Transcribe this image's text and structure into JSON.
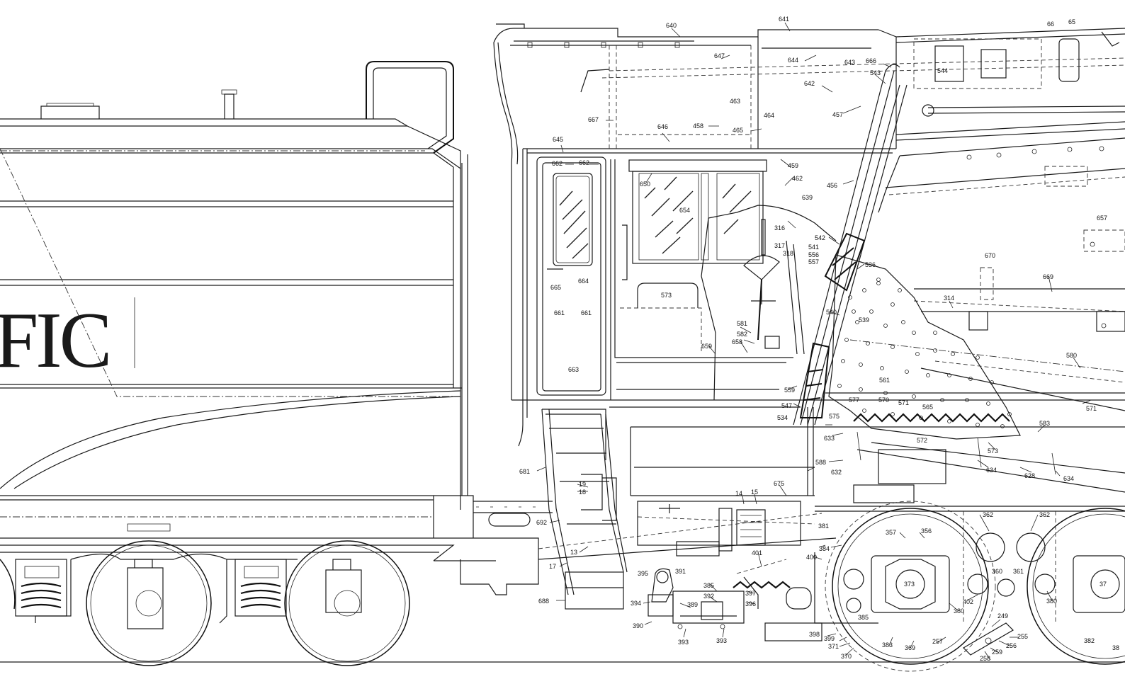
{
  "drawing": {
    "subject": "steam locomotive cab and tender side elevation",
    "tender_lettering": "FIC",
    "callouts": [
      "640",
      "641",
      "66",
      "65",
      "647",
      "644",
      "643",
      "666",
      "543",
      "544",
      "642",
      "457",
      "667",
      "646",
      "463",
      "464",
      "458",
      "465",
      "645",
      "662",
      "662",
      "459",
      "462",
      "650",
      "654",
      "456",
      "639",
      "316",
      "542",
      "541",
      "556",
      "557",
      "536",
      "317",
      "318",
      "665",
      "664",
      "573",
      "661",
      "661",
      "540",
      "539",
      "314",
      "670",
      "669",
      "581",
      "582",
      "659",
      "658",
      "663",
      "561",
      "580",
      "559",
      "547",
      "577",
      "570",
      "571",
      "565",
      "571",
      "534",
      "575",
      "583",
      "633",
      "572",
      "573",
      "588",
      "632",
      "628",
      "634",
      "634",
      "681",
      "19",
      "18",
      "14",
      "15",
      "675",
      "362",
      "362",
      "381",
      "357",
      "356",
      "692",
      "17",
      "13",
      "384",
      "401",
      "400",
      "395",
      "391",
      "385",
      "392",
      "397",
      "396",
      "394",
      "389",
      "390",
      "393",
      "393",
      "688",
      "373",
      "402",
      "380",
      "360",
      "361",
      "380",
      "385",
      "382",
      "398",
      "399",
      "371",
      "370",
      "383",
      "369",
      "257",
      "249",
      "255",
      "256",
      "259",
      "258",
      "657",
      "38",
      "37"
    ]
  }
}
